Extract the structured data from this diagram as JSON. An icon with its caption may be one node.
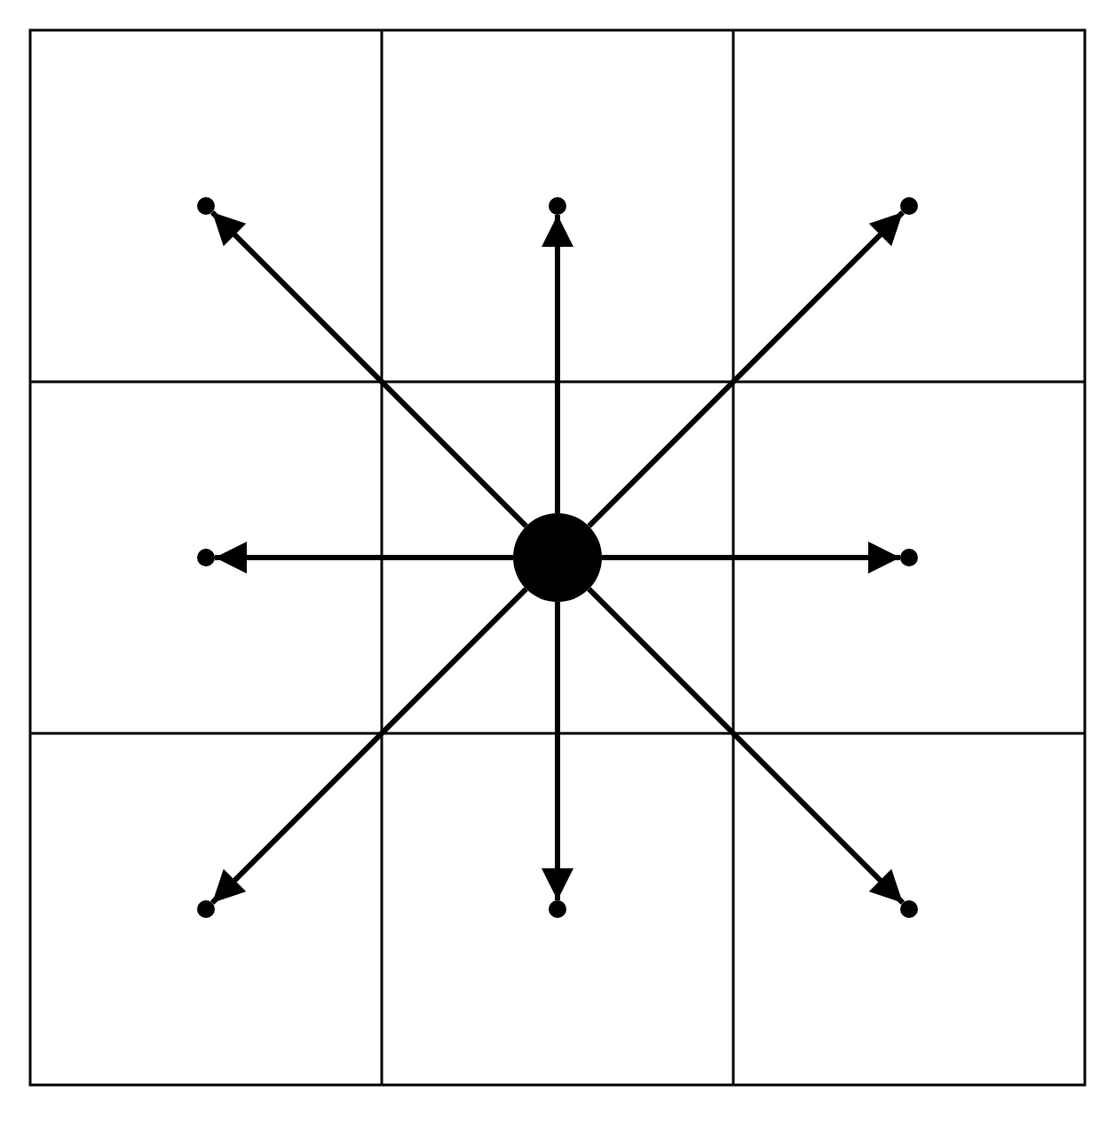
{
  "diagram": {
    "nodes": [
      {
        "text": [],
        "shape": "circle"
      },
      {
        "text": [],
        "shape": "circle"
      },
      {
        "text": [],
        "shape": "circle"
      },
      {
        "text": [],
        "shape": "circle"
      },
      {
        "text": [],
        "shape": "circle"
      },
      {
        "text": [],
        "shape": "circle"
      },
      {
        "text": [],
        "shape": "circle"
      },
      {
        "text": [],
        "shape": "circle"
      },
      {
        "text": [],
        "shape": "circle"
      }
    ],
    "edges": [
      {
        "from": 4,
        "to": 0,
        "arrow": "to"
      },
      {
        "from": 4,
        "to": 1,
        "arrow": "to"
      },
      {
        "from": 4,
        "to": 2,
        "arrow": "to"
      },
      {
        "from": 4,
        "to": 3,
        "arrow": "to"
      },
      {
        "from": 4,
        "to": 5,
        "arrow": "to"
      },
      {
        "from": 4,
        "to": 6,
        "arrow": "to"
      },
      {
        "from": 4,
        "to": 7,
        "arrow": "to"
      },
      {
        "from": 4,
        "to": 8,
        "arrow": "to"
      }
    ]
  }
}
